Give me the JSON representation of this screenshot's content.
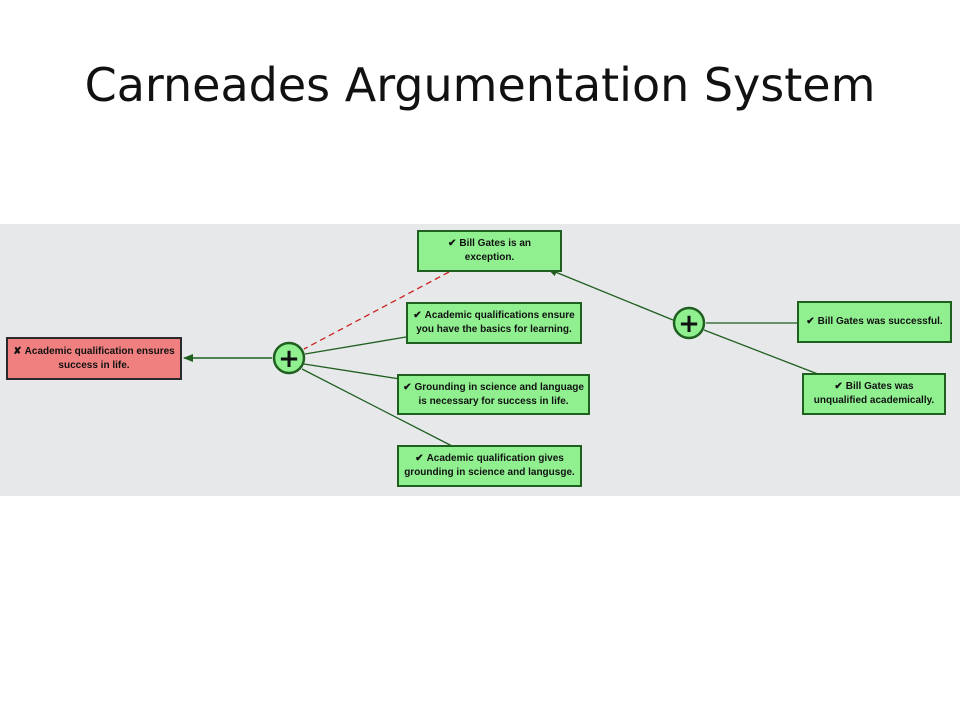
{
  "title": "Carneades Argumentation System",
  "colors": {
    "canvas_bg": "#e6e8ea",
    "accepted_fill": "#90f090",
    "rejected_fill": "#f08080",
    "edge": "#1f5f1f",
    "undercut_edge": "#cc2222"
  },
  "statements": {
    "s1": {
      "mark": "✘",
      "text": "Academic qualification ensures success in life.",
      "status": "rejected"
    },
    "s2": {
      "mark": "✔",
      "text": "Bill Gates is an exception.",
      "status": "accepted"
    },
    "s3": {
      "mark": "✔",
      "text": "Academic qualifications ensure you have the basics for learning.",
      "status": "accepted"
    },
    "s4": {
      "mark": "✔",
      "text": "Grounding in science and language is necessary for success in life.",
      "status": "accepted"
    },
    "s5": {
      "mark": "✔",
      "text": "Academic qualification gives grounding in science and langusge.",
      "status": "accepted"
    },
    "s6": {
      "mark": "✔",
      "text": "Bill Gates was successful.",
      "status": "accepted"
    },
    "s7": {
      "mark": "✔",
      "text": "Bill Gates was unqualified academically.",
      "status": "accepted"
    }
  },
  "arguments": {
    "a1": {
      "symbol": "+",
      "kind": "pro"
    },
    "a2": {
      "symbol": "+",
      "kind": "pro"
    }
  }
}
